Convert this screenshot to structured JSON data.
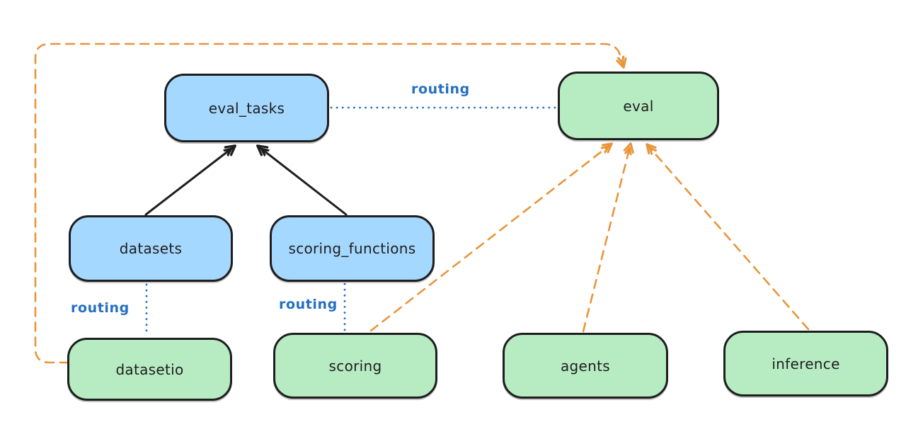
{
  "colors": {
    "stroke": "#1e1e1e",
    "blue_fill": "#a5d8ff",
    "green_fill": "#b7ecc3",
    "orange": "#e8953a",
    "blue": "#2470c2"
  },
  "nodes": {
    "eval_tasks": {
      "label": "eval_tasks",
      "color": "blue"
    },
    "eval": {
      "label": "eval",
      "color": "green"
    },
    "datasets": {
      "label": "datasets",
      "color": "blue"
    },
    "scoring_functions": {
      "label": "scoring_functions",
      "color": "blue"
    },
    "datasetio": {
      "label": "datasetio",
      "color": "green"
    },
    "scoring": {
      "label": "scoring",
      "color": "green"
    },
    "agents": {
      "label": "agents",
      "color": "green"
    },
    "inference": {
      "label": "inference",
      "color": "green"
    }
  },
  "edge_labels": {
    "eval_tasks_eval": "routing",
    "datasets_datasetio": "routing",
    "scoring_functions_scoring": "routing"
  },
  "edges": [
    {
      "from": "datasets",
      "to": "eval_tasks",
      "style": "solid",
      "color": "black",
      "arrow": true
    },
    {
      "from": "scoring_functions",
      "to": "eval_tasks",
      "style": "solid",
      "color": "black",
      "arrow": true
    },
    {
      "from": "eval_tasks",
      "to": "eval",
      "style": "dotted",
      "color": "blue",
      "label": "routing"
    },
    {
      "from": "datasets",
      "to": "datasetio",
      "style": "dotted",
      "color": "blue",
      "label": "routing"
    },
    {
      "from": "scoring_functions",
      "to": "scoring",
      "style": "dotted",
      "color": "blue",
      "label": "routing"
    },
    {
      "from": "datasetio",
      "to": "eval",
      "style": "dashed",
      "color": "orange",
      "arrow": true
    },
    {
      "from": "scoring",
      "to": "eval",
      "style": "dashed",
      "color": "orange",
      "arrow": true
    },
    {
      "from": "agents",
      "to": "eval",
      "style": "dashed",
      "color": "orange",
      "arrow": true
    },
    {
      "from": "inference",
      "to": "eval",
      "style": "dashed",
      "color": "orange",
      "arrow": true
    }
  ]
}
